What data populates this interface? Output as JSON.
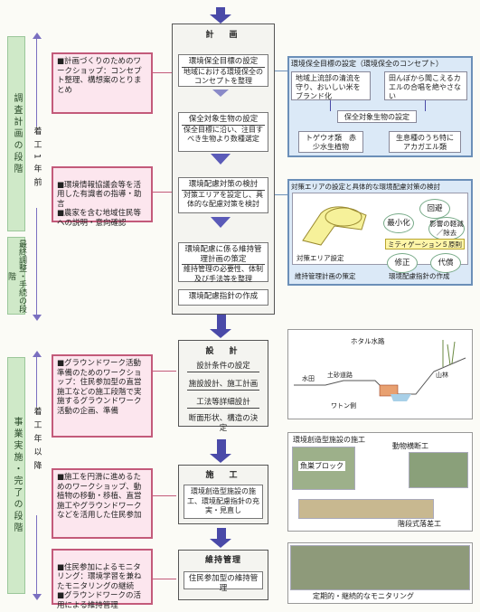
{
  "stages": {
    "planning_label": "調査計画の段階",
    "planning_time": "着工1年前",
    "final_label": "最終調整・手続の段階",
    "execution_label": "事業実施・完了の段階",
    "execution_time": "着工年以降"
  },
  "participation": {
    "p1": "■計画づくりのためのワークショップ：コンセプト整理、構想案のとりまとめ",
    "p2": "■環境情報協議会等を活用した有識者の指導・助言\n■農家を含む地域住民等への説明・意向確認",
    "p3": "■グラウンドワーク活動準備のためのワークショップ：住民参加型の直営施工などの施工段階で実施するグラウンドワーク活動の企画、準備",
    "p4": "■施工を円滑に進めるためのワークショップ、動植物の移動・移植、直営施工やグラウンドワークなどを活用した住民参加",
    "p5": "■住民参加によるモニタリング：環境学習を兼ねたモニタリングの継続\n■グラウンドワークの活用による維持管理"
  },
  "center": {
    "plan_header": "計　画",
    "c1": "環境保全目標の設定",
    "c1b": "地域における環境保全のコンセプトを整理",
    "c2": "保全対象生物の設定",
    "c2b": "保全目標に沿い、注目すべき生物より数種選定",
    "c3": "環境配慮対策の検討",
    "c3b": "対策エリアを設定し、具体的な配慮対策を検討",
    "c4": "環境配慮に係る維持管理計画の策定",
    "c4b": "維持管理の必要性、体制及び手法等を整理",
    "c5": "環境配慮指針の作成",
    "design_header": "設　計",
    "d1": "設計条件の設定",
    "d2": "施設設計、施工計画",
    "d3": "工法等詳細設計",
    "d4": "断面形状、構造の決定",
    "construct_header": "施　工",
    "k1": "環境創造型施設の施工、環境配慮指針の充実・見直し",
    "maint_header": "維持管理",
    "m1": "住民参加型の維持管理"
  },
  "right": {
    "goal_title": "環境保全目標の設定（環境保全のコンセプト）",
    "goal_a": "地域上流部の清流を守り、おいしい米をブランド化",
    "goal_b": "田んぼから聞こえるカエルの合唱を絶やさない",
    "species_title": "保全対象生物の設定",
    "species_a": "トゲウオ類　赤少水生植物",
    "species_b": "生息種のうち特にアカガエル類",
    "measures_title": "対策エリアの設定と具体的な環境配慮対策の検討",
    "avoid": "回避",
    "minimize": "最小化",
    "rectify": "影響の軽減／除去",
    "mitigation": "ミティゲーション５原則",
    "repair": "修正",
    "compensate": "代償",
    "area_label": "対策エリア設定",
    "maint_plan": "維持管理計画の策定",
    "guideline": "環境配慮指針の作成",
    "ill_hotaru": "ホタル水路",
    "ill_paddy": "水田",
    "ill_road": "土砂道路",
    "ill_forest": "山林",
    "ill_ditch": "ワトン側",
    "photo_title": "環境創造型施設の施工",
    "photo_fish": "魚巣ブロック",
    "photo_animal": "動物横断工",
    "photo_step": "階段式落差工",
    "photo_monitor": "定期的・継続的なモニタリング"
  }
}
